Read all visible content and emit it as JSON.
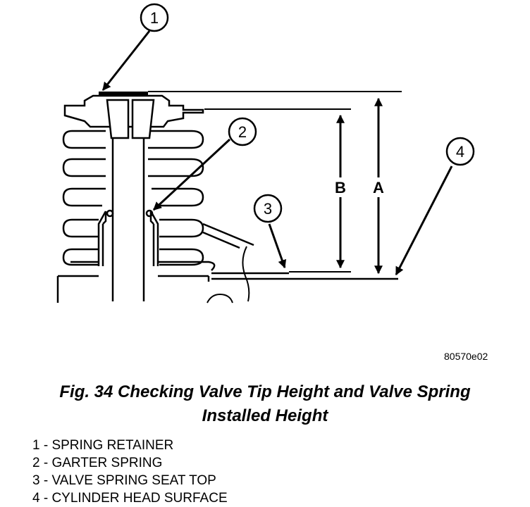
{
  "figure": {
    "callouts": [
      "1",
      "2",
      "3",
      "4"
    ],
    "dimension_labels": [
      "B",
      "A"
    ],
    "ref_code": "80570e02"
  },
  "caption": {
    "line1": "Fig. 34 Checking Valve Tip Height and Valve Spring",
    "line2": "Installed Height"
  },
  "legend": [
    "1 - SPRING RETAINER",
    "2 - GARTER SPRING",
    "3 - VALVE SPRING SEAT TOP",
    "4 - CYLINDER HEAD SURFACE"
  ],
  "colors": {
    "ink": "#000000",
    "background": "#ffffff"
  }
}
